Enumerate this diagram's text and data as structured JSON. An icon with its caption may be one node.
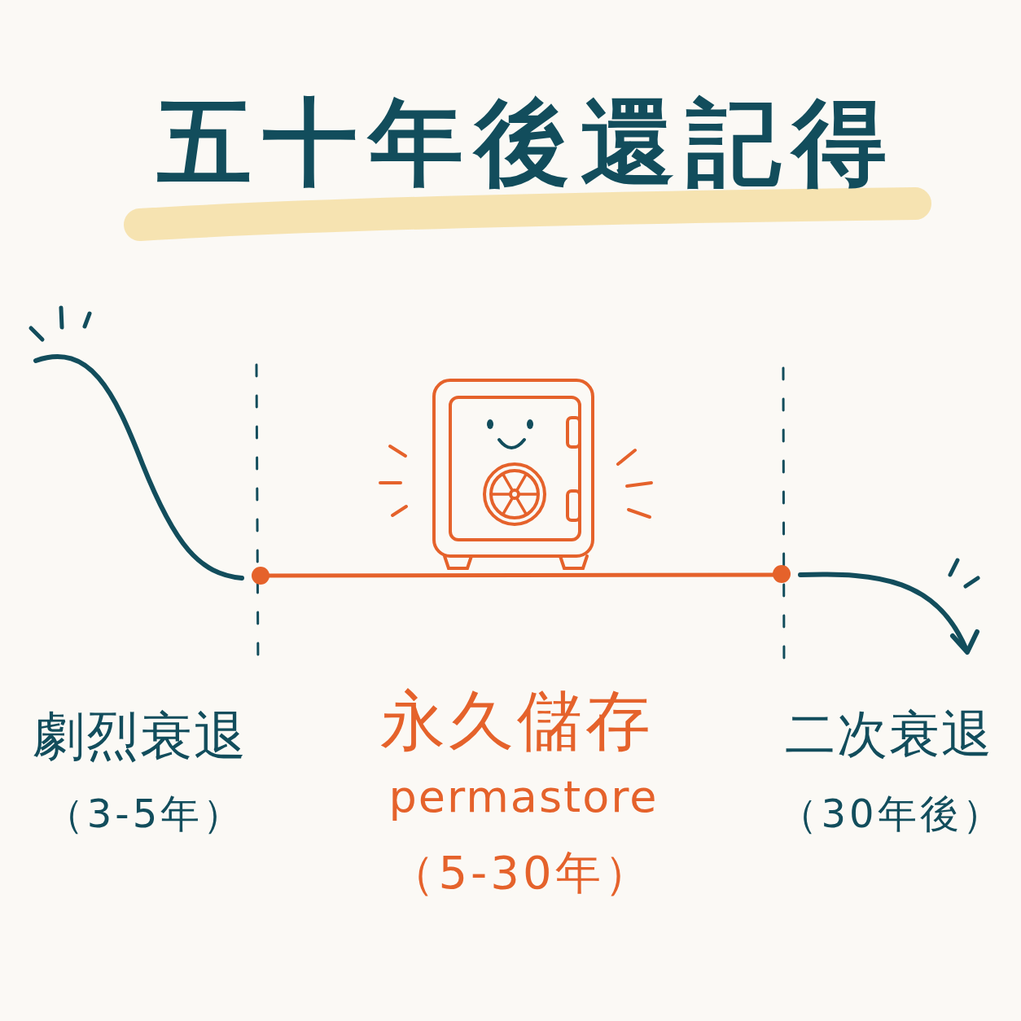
{
  "diagram": {
    "title": "五十年後還記得",
    "labels": [
      "劇烈衰退",
      "（3-5年）",
      "永久儲存",
      "permastore",
      "（5-30年）",
      "二次衰退",
      "（30年後）"
    ]
  }
}
